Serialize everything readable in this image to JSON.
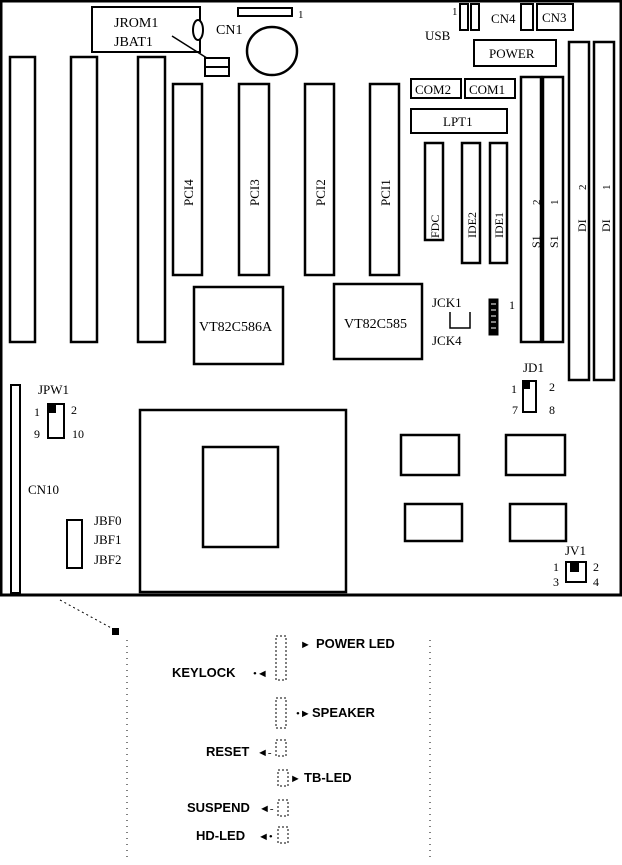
{
  "board": {
    "labels": {
      "jrom": "JROM1",
      "jbat": "JBAT1",
      "cn1": "CN1",
      "cn1_pin": "1",
      "usb_pin": "1",
      "usb": "USB",
      "cn4": "CN4",
      "cn3": "CN3",
      "power": "POWER",
      "com2": "COM2",
      "com1": "COM1",
      "lpt1": "LPT1",
      "pci4": "PCI4",
      "pci3": "PCI3",
      "pci2": "PCI2",
      "pci1": "PCI1",
      "fdc": "FDC",
      "ide2": "IDE2",
      "ide1": "IDE1",
      "s1a": "S1",
      "s1b": "S1",
      "s1a_pin2": "2",
      "s1b_pin1": "1",
      "dia": "DI",
      "dib": "DI",
      "dia_pin2": "2",
      "dib_pin1": "1",
      "vt586": "VT82C586A",
      "vt585": "VT82C585",
      "jck1": "JCK1",
      "jck4": "JCK4",
      "jck_pin": "1",
      "jd1": "JD1",
      "jd1_p1": "1",
      "jd1_p2": "2",
      "jd1_p7": "7",
      "jd1_p8": "8",
      "jpw1": "JPW1",
      "jpw_p1": "1",
      "jpw_p2": "2",
      "jpw_p9": "9",
      "jpw_p10": "10",
      "cn10": "CN10",
      "jbf0": "JBF0",
      "jbf1": "JBF1",
      "jbf2": "JBF2",
      "jv1": "JV1",
      "jv_p1": "1",
      "jv_p2": "2",
      "jv_p3": "3",
      "jv_p4": "4"
    }
  },
  "panel": {
    "power_led": "POWER LED",
    "keylock": "KEYLOCK",
    "speaker": "SPEAKER",
    "reset": "RESET",
    "tb_led": "TB-LED",
    "suspend": "SUSPEND",
    "hd_led": "HD-LED"
  }
}
